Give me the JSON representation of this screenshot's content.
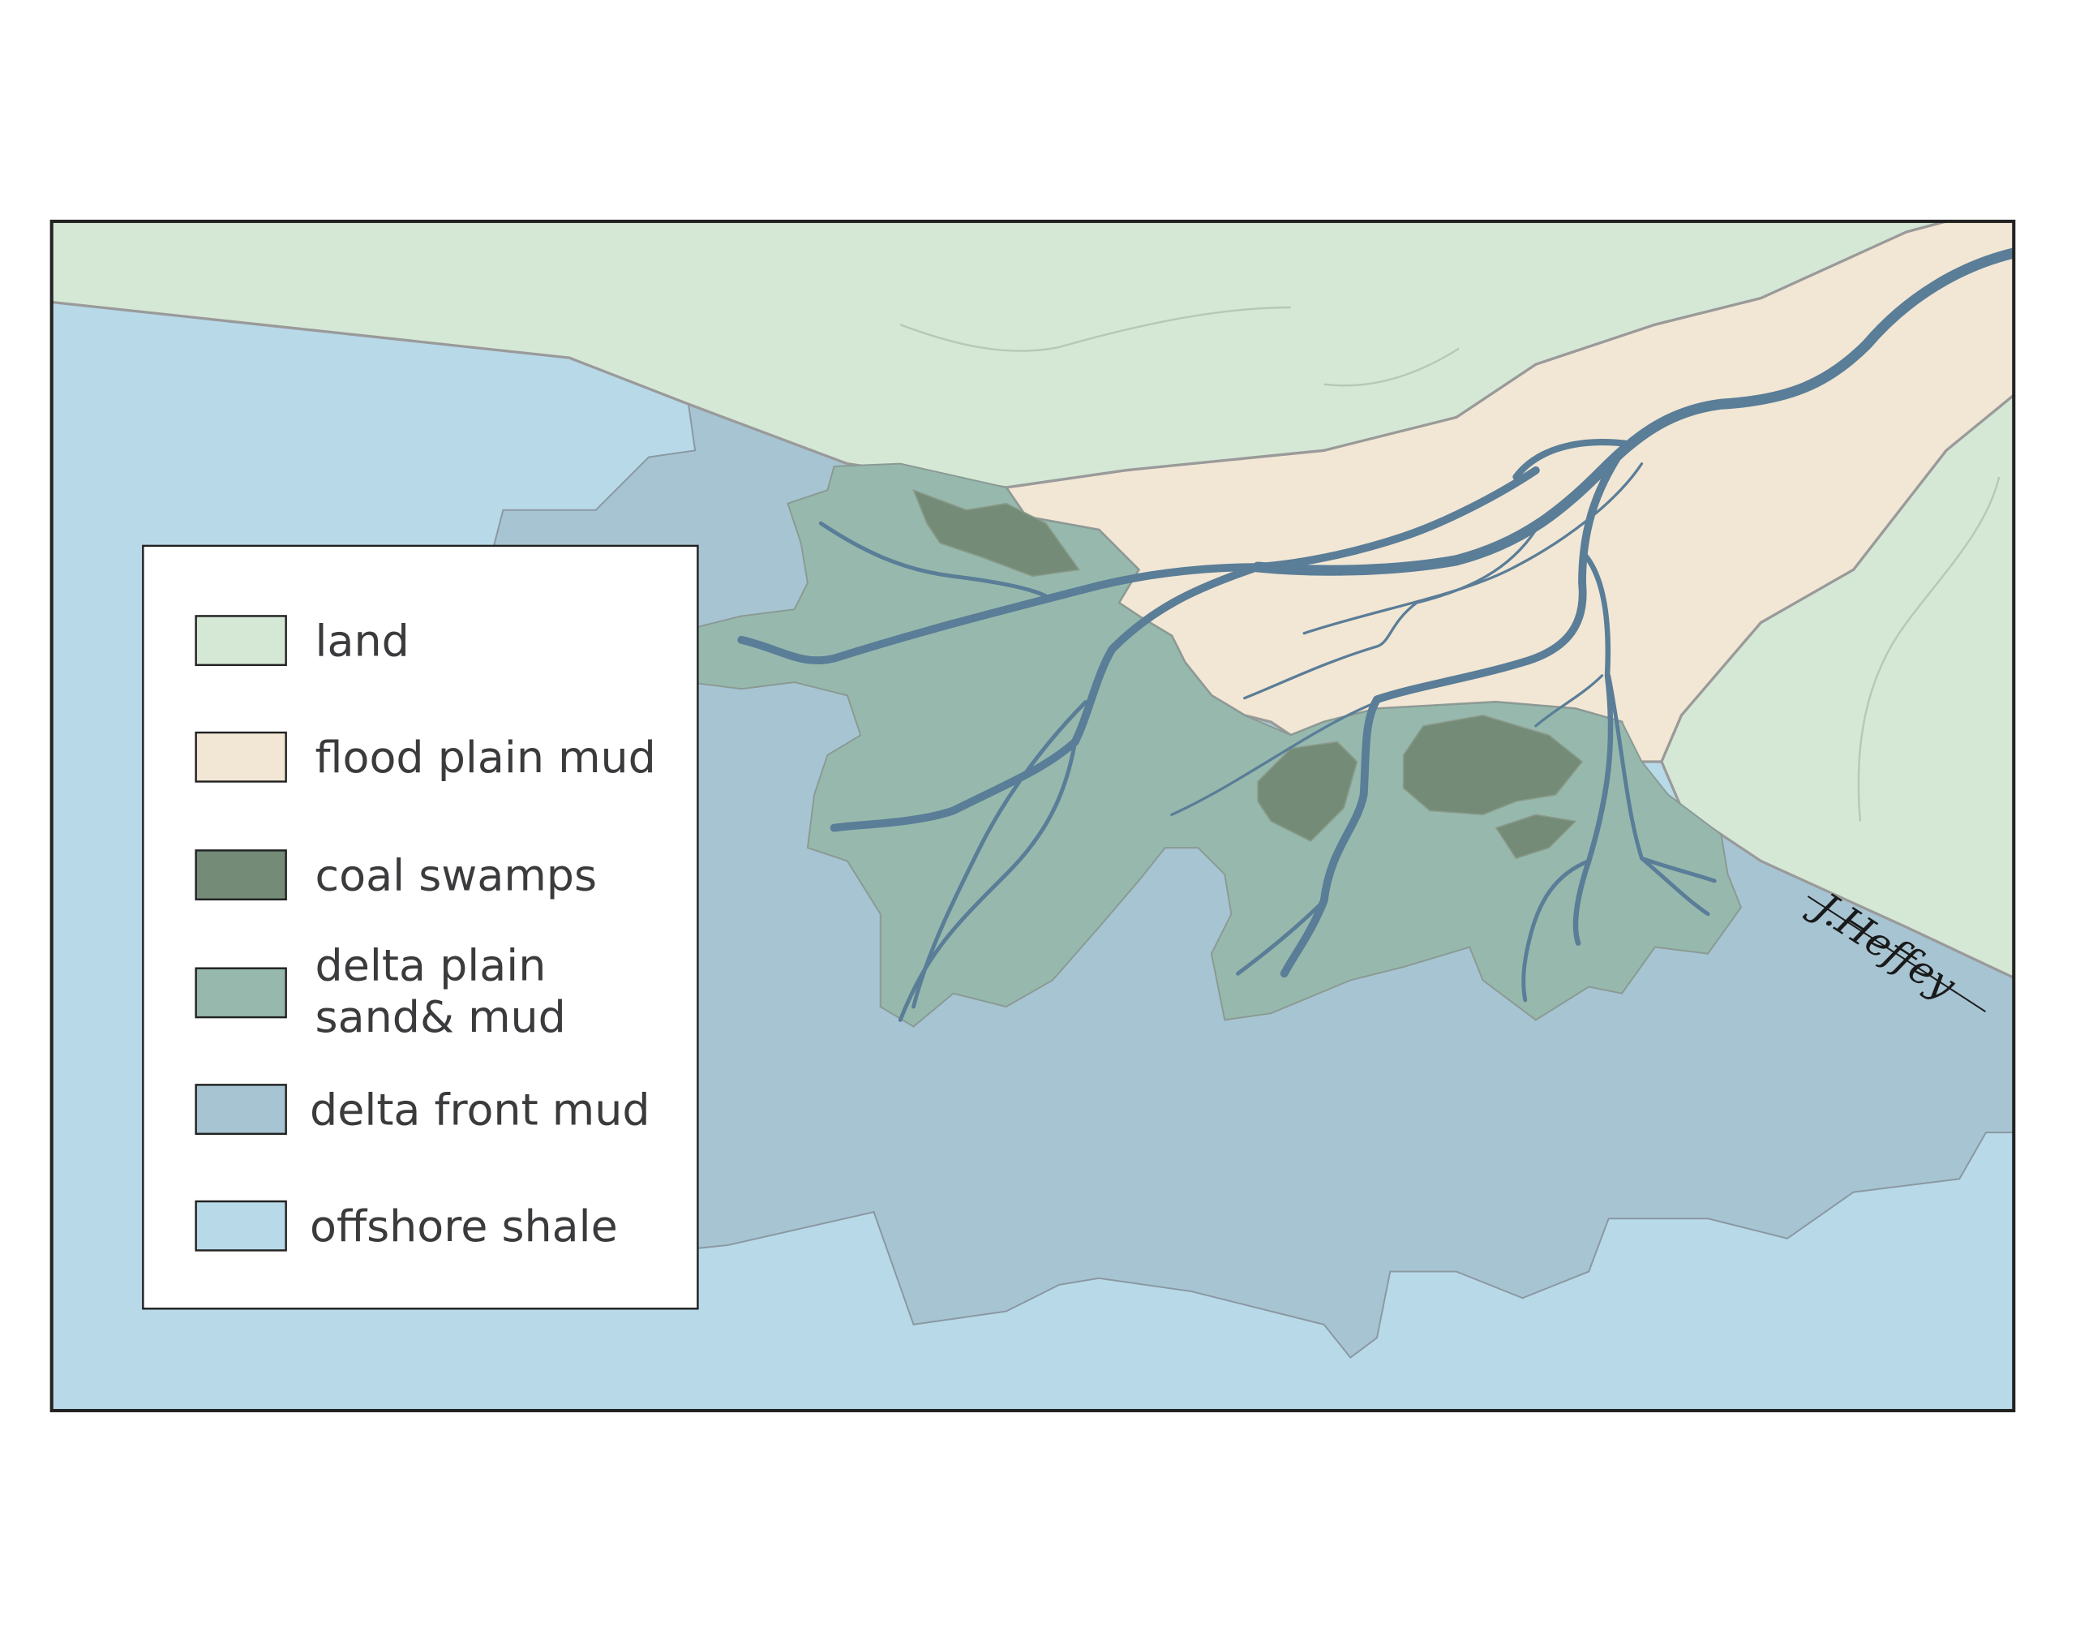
{
  "colors": {
    "land": "#d5e8d6",
    "flood_plain_mud": "#f2e7d4",
    "coal_swamps": "#748c77",
    "delta_plain": "#97b9ad",
    "delta_front_mud": "#a7c4d2",
    "offshore_shale": "#b8d9e8",
    "channel": "#5a7d98",
    "outline": "#9a9a9a"
  },
  "legend": {
    "items": [
      {
        "label": "land",
        "color": "#d5e8d6"
      },
      {
        "label": "flood plain mud",
        "color": "#f2e7d4"
      },
      {
        "label": "coal swamps",
        "color": "#748c77"
      },
      {
        "label_line1": "delta plain",
        "label_line2": "sand& mud",
        "color": "#97b9ad"
      },
      {
        "label": "delta front mud",
        "color": "#a7c4d2"
      },
      {
        "label": "offshore shale",
        "color": "#b8d9e8"
      }
    ]
  },
  "signature": "J.Heffey"
}
